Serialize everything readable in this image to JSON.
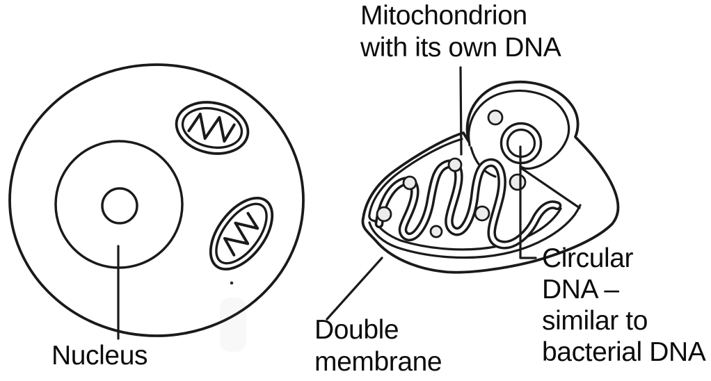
{
  "labels": {
    "mitochondrion": [
      "Mitochondrion",
      "with its own DNA"
    ],
    "nucleus": "Nucleus",
    "double_membrane": [
      "Double",
      "membrane"
    ],
    "circular_dna": [
      "Circular",
      "DNA –",
      "similar to",
      "bacterial DNA"
    ]
  },
  "colors": {
    "ink": "#1a1a1a",
    "text": "#0c0c0c",
    "granule_fill": "#ececec",
    "background": "#ffffff"
  }
}
